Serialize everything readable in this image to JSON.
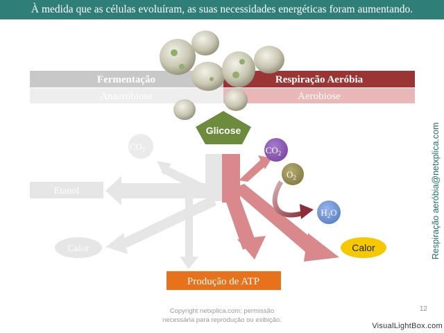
{
  "header": {
    "title": "À medida que as células evoluíram, as suas necessidades energéticas foram aumentando."
  },
  "columns": {
    "left": {
      "title": "Fermentação",
      "subtitle": "Anaerobiose"
    },
    "right": {
      "title": "Respiração Aeróbia",
      "subtitle": "Aerobiose"
    }
  },
  "center": {
    "glucose": "Glicose",
    "atp": "Produção de ATP"
  },
  "left_branch": {
    "co2": "CO",
    "co2_sub": "2",
    "ethanol": "Etanol",
    "heat": "Calor"
  },
  "right_branch": {
    "co2": "CO",
    "co2_sub": "2",
    "o2": "O",
    "o2_sub": "2",
    "h2o_h": "H",
    "h2o_sub": "2",
    "h2o_o": "O",
    "heat": "Calor"
  },
  "side_caption": "Respiração aeróbia@netxplica.com",
  "footer": {
    "copyright_line1": "Copyright netxplica.com: permissão",
    "copyright_line2": "necessária para reprodução ou exibição.",
    "page_number": "12",
    "watermark": "VisualLightBox.com"
  },
  "colors": {
    "topbar": "#2f7e78",
    "fermentation": "#c8c8c8",
    "respiration": "#9b3434",
    "glucose": "#6e8b3d",
    "atp": "#e8711c",
    "heat_right": "#f5c800",
    "co2": "#8e5bb5",
    "o2": "#9c9156",
    "h2o": "#6e93d6",
    "arrow_right": "#d9898b"
  }
}
